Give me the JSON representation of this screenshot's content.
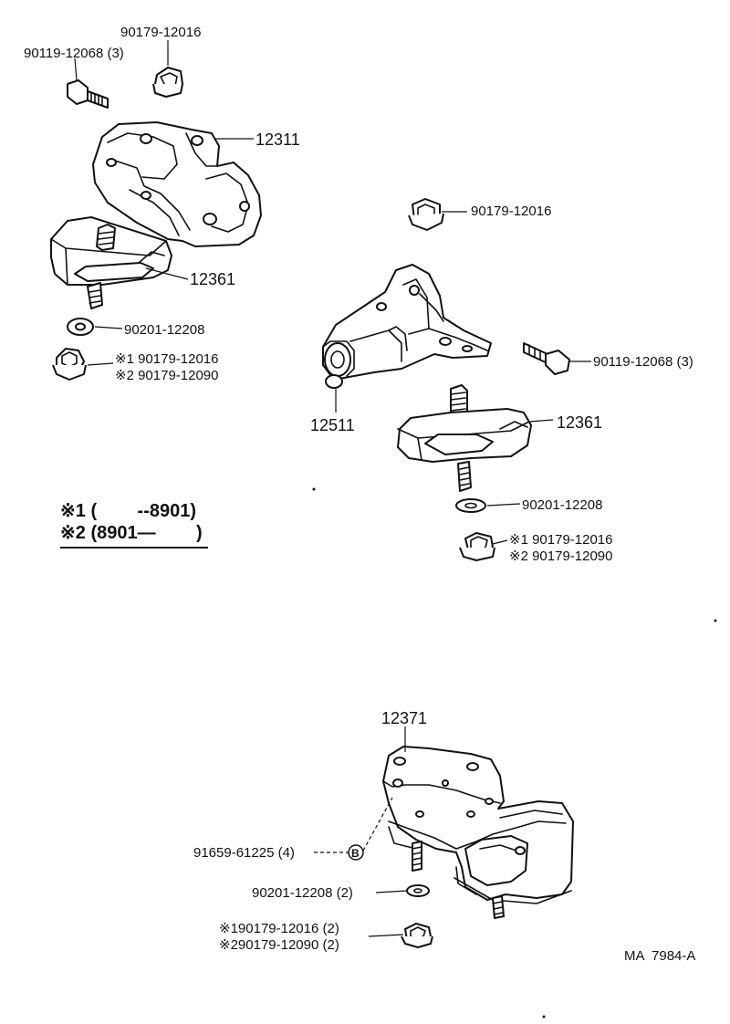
{
  "diagram": {
    "labels": {
      "top_nut": "90179-12016",
      "top_bolt": "90119-12068 (3)",
      "bracket_left": "12311",
      "insulator_left": "12361",
      "washer_left": "90201-12208",
      "nut_left_1": "※1 90179-12016",
      "nut_left_2": "※2 90179-12090",
      "nut_right_top": "90179-12016",
      "bracket_right": "12511",
      "bolt_right": "90119-12068 (3)",
      "insulator_right": "12361",
      "washer_right": "90201-12208",
      "nut_right_1": "※1 90179-12016",
      "nut_right_2": "※2 90179-12090",
      "legend_1": "※1 (        --8901)",
      "legend_2": "※2 (8901—        )",
      "rear_mount": "12371",
      "bolt_rear": "91659-61225 (4)",
      "bolt_rear_marker": "B",
      "washer_rear": "90201-12208 (2)",
      "nut_rear_1": "※190179-12016 (2)",
      "nut_rear_2": "※290179-12090 (2)",
      "figure_code": "MA  7984-A"
    }
  }
}
